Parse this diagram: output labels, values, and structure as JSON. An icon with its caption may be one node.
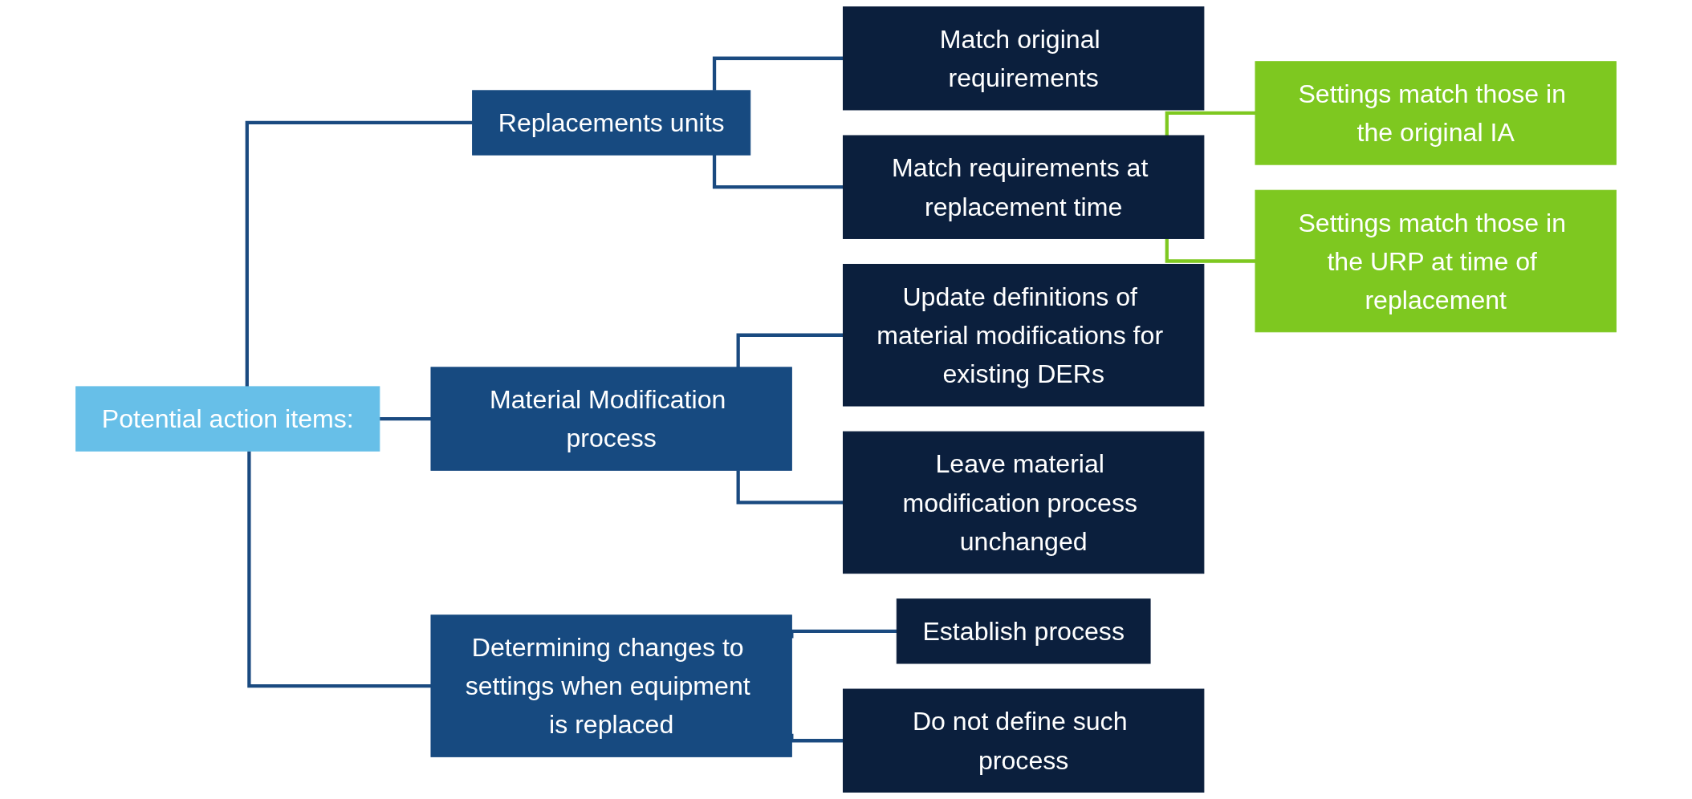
{
  "diagram": {
    "nodes": [
      {
        "text": [
          "Potential action items:"
        ]
      },
      {
        "text": [
          "Replacements units"
        ]
      },
      {
        "text": [
          "Material Modification process"
        ]
      },
      {
        "text": [
          "Determining changes to settings when equipment is replaced"
        ]
      },
      {
        "text": [
          "Match original requirements"
        ]
      },
      {
        "text": [
          "Match requirements at replacement time"
        ]
      },
      {
        "text": [
          "Settings match those in the original IA"
        ]
      },
      {
        "text": [
          "Settings match those in the URP at time of replacement"
        ]
      },
      {
        "text": [
          "Update definitions of material modifications for existing DERs"
        ]
      },
      {
        "text": [
          "Leave material modification process unchanged"
        ]
      },
      {
        "text": [
          "Establish process"
        ]
      },
      {
        "text": [
          "Do not define such process"
        ]
      }
    ],
    "edges": [
      {
        "from": 0,
        "to": 1,
        "arrow": "none"
      },
      {
        "from": 0,
        "to": 2,
        "arrow": "none"
      },
      {
        "from": 0,
        "to": 3,
        "arrow": "none"
      },
      {
        "from": 1,
        "to": 4,
        "arrow": "none"
      },
      {
        "from": 1,
        "to": 5,
        "arrow": "none"
      },
      {
        "from": 5,
        "to": 6,
        "arrow": "none",
        "color": "#7ec820"
      },
      {
        "from": 5,
        "to": 7,
        "arrow": "none",
        "color": "#7ec820"
      },
      {
        "from": 2,
        "to": 8,
        "arrow": "none"
      },
      {
        "from": 2,
        "to": 9,
        "arrow": "none"
      },
      {
        "from": 3,
        "to": 10,
        "arrow": "none"
      },
      {
        "from": 3,
        "to": 11,
        "arrow": "none"
      }
    ]
  }
}
